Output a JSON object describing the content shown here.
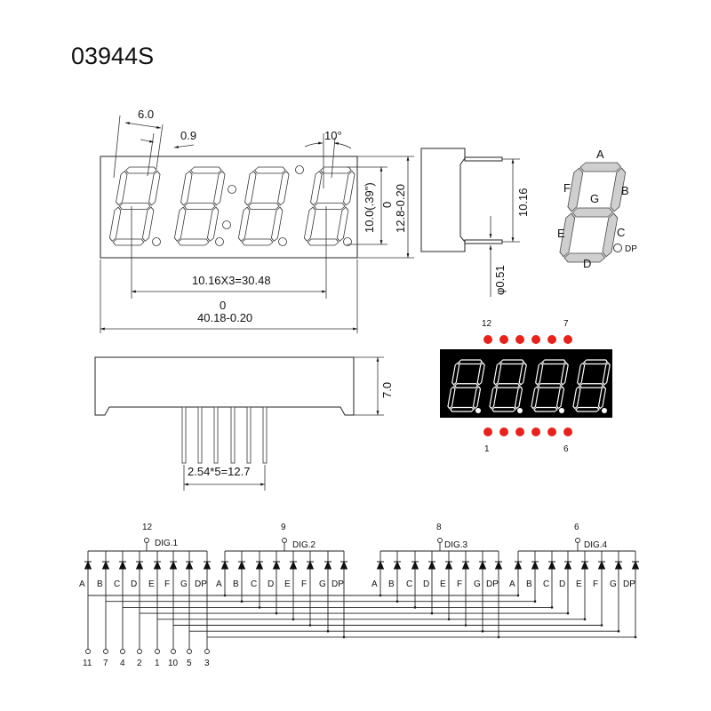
{
  "title": "03944S",
  "front_view": {
    "dim_segment_width": "6.0",
    "dim_segment_thickness": "0.9",
    "dim_slant": "10°",
    "dim_digit_height": "10.0(.39\")",
    "dim_height_tol_top": "0",
    "dim_height": "12.8-0.20",
    "dim_pitch": "10.16X3=30.48",
    "dim_width_tol_top": "0",
    "dim_width": "40.18-0.20"
  },
  "side_view": {
    "dim_pin_row": "10.16",
    "dim_pin_diameter": "φ0.51"
  },
  "segment_diagram": {
    "labels": {
      "A": "A",
      "B": "B",
      "C": "C",
      "D": "D",
      "E": "E",
      "F": "F",
      "G": "G",
      "DP": "DP"
    }
  },
  "product_view": {
    "top_left_pin": "12",
    "top_right_pin": "7",
    "bottom_left_pin": "1",
    "bottom_right_pin": "6",
    "pin_color": "#e8211c",
    "body_color": "#000000"
  },
  "bottom_view": {
    "dim_thickness": "7.0",
    "dim_pin_span": "2.54*5=12.7"
  },
  "schematic": {
    "segments": [
      "A",
      "B",
      "C",
      "D",
      "E",
      "F",
      "G",
      "DP"
    ],
    "digits": [
      {
        "pin": "12",
        "label": "DIG.1"
      },
      {
        "pin": "9",
        "label": "DIG.2"
      },
      {
        "pin": "8",
        "label": "DIG.3"
      },
      {
        "pin": "6",
        "label": "DIG.4"
      }
    ],
    "segment_pins": [
      "11",
      "7",
      "4",
      "2",
      "1",
      "10",
      "5",
      "3"
    ]
  }
}
